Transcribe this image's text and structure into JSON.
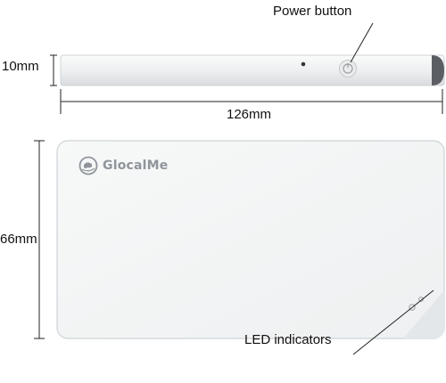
{
  "device": {
    "brand_name": "GlocalMe",
    "body_color": "#f5f6f7",
    "edge_color": "#cfd3d7"
  },
  "callouts": {
    "power_button": "Power button",
    "led_indicators": "LED indicators"
  },
  "dimensions": {
    "thickness": "10mm",
    "length": "126mm",
    "width": "66mm"
  },
  "icons": {
    "power": "power-button-icon",
    "camera": "pinhole-icon",
    "logo": "globe-logo-icon",
    "led": "led-indicator-icon"
  }
}
